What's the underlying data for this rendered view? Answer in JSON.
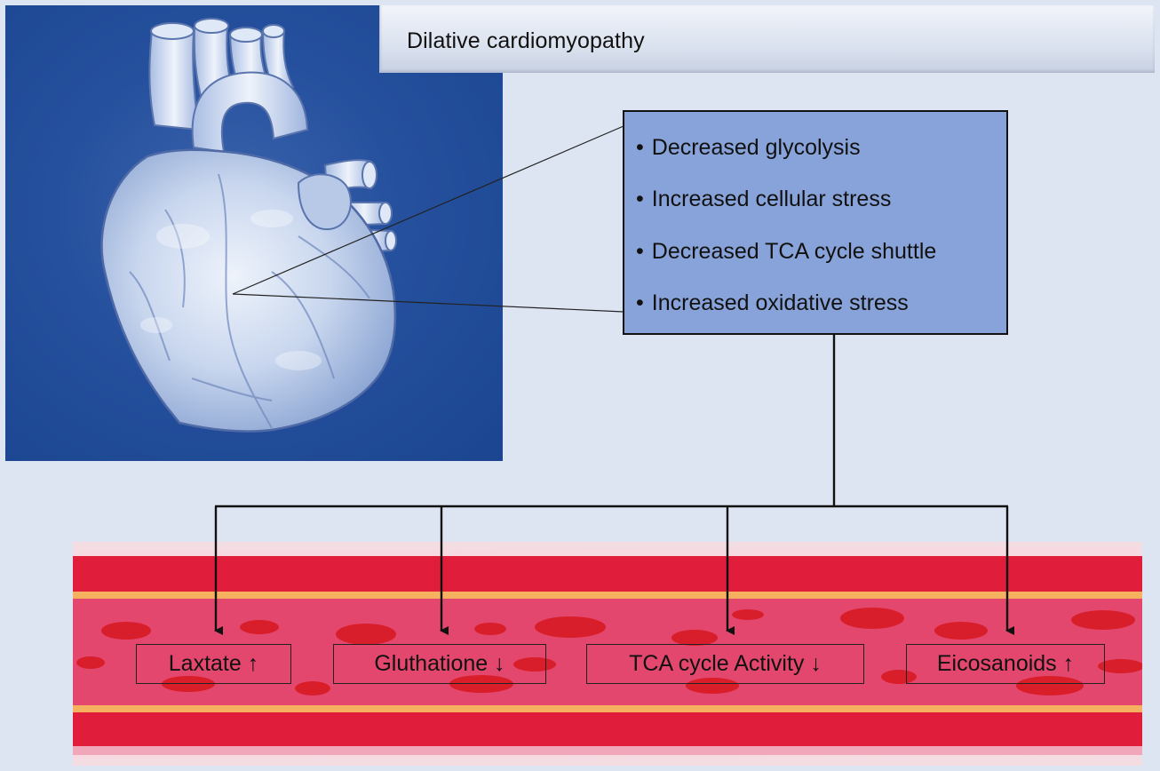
{
  "title": "Dilative cardiomyopathy",
  "effects": [
    "Decreased glycolysis",
    "Increased cellular stress",
    "Decreased TCA cycle shuttle",
    "Increased oxidative stress"
  ],
  "metabolites": [
    {
      "label": "Laxtate ↑"
    },
    {
      "label": "Gluthatione ↓"
    },
    {
      "label": "TCA cycle Activity ↓"
    },
    {
      "label": "Eicosanoids ↑"
    }
  ],
  "colors": {
    "background": "#dde5f3",
    "heart_panel": "#25509d",
    "info_box": "#88a3d9",
    "vessel_wall": "#e01e3c",
    "vessel_lumen": "#e4476e",
    "vessel_stripe": "#f5b15f",
    "blood_cell": "#d7181f"
  },
  "illustrations": [
    "heart-illustration",
    "blood-vessel-illustration"
  ]
}
